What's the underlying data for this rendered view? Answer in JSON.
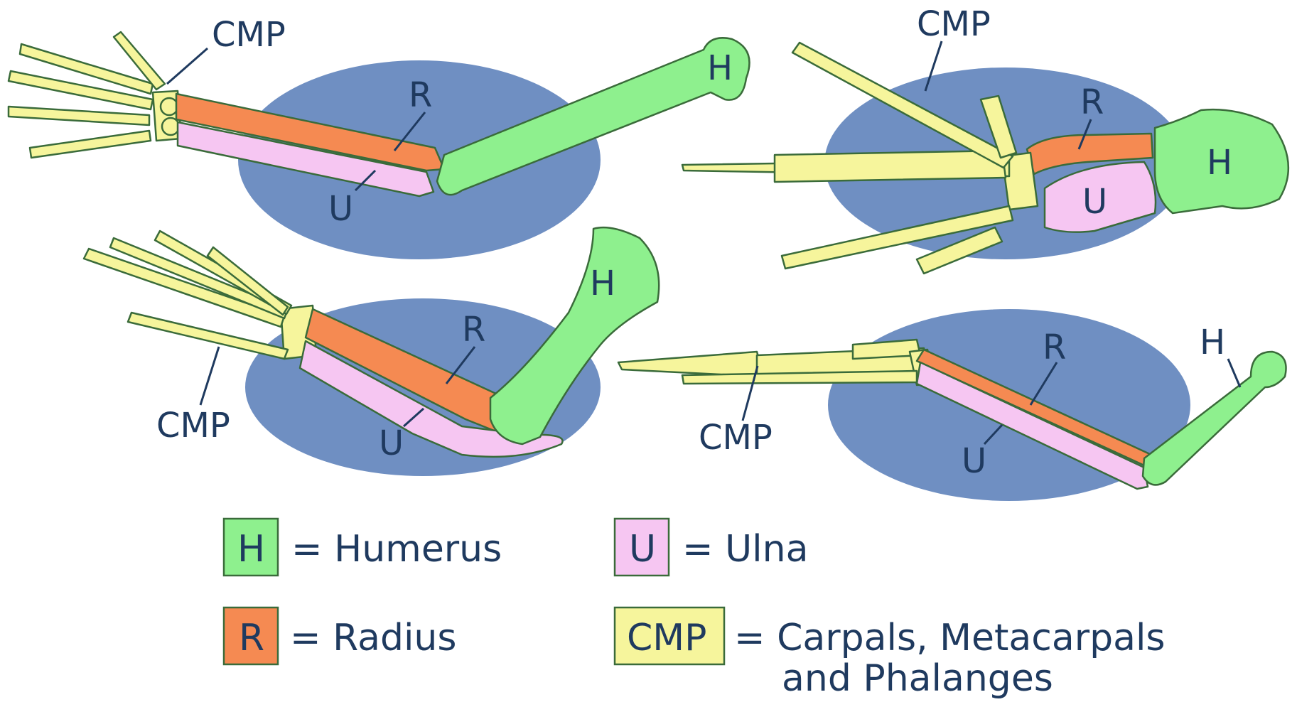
{
  "labels": {
    "humerus_letter": "H",
    "radius_letter": "R",
    "ulna_letter": "U",
    "cmp_letter": "CMP"
  },
  "legend": {
    "humerus": {
      "key": "H",
      "text": "= Humerus"
    },
    "ulna": {
      "key": "U",
      "text": "= Ulna"
    },
    "radius": {
      "key": "R",
      "text": "= Radius"
    },
    "cmp": {
      "key": "CMP",
      "text_line1": "= Carpals, Metacarpals",
      "text_line2": "and Phalanges"
    }
  },
  "colors": {
    "humerus": "#8ef08e",
    "radius": "#f58a52",
    "ulna": "#f6c6f2",
    "cmp": "#f6f59c",
    "ellipse": "#6f8fc2",
    "text": "#1f3a5f"
  }
}
